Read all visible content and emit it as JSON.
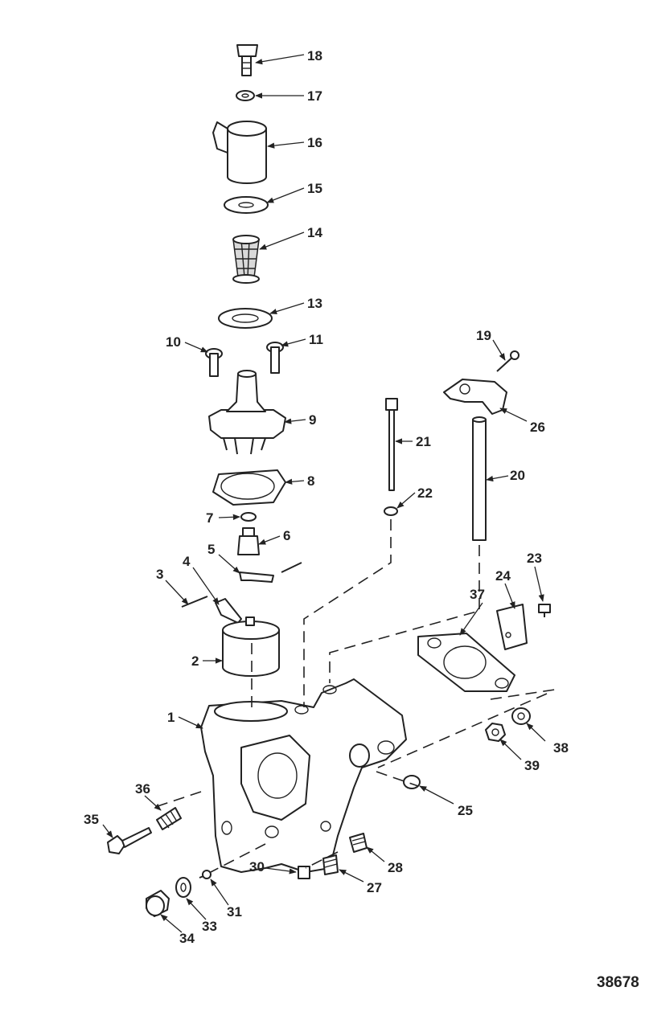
{
  "figure_number": "38678",
  "callouts": [
    "1",
    "2",
    "3",
    "4",
    "5",
    "6",
    "7",
    "8",
    "9",
    "10",
    "11",
    "13",
    "14",
    "15",
    "16",
    "17",
    "18",
    "19",
    "20",
    "21",
    "22",
    "23",
    "24",
    "25",
    "26",
    "27",
    "28",
    "30",
    "31",
    "33",
    "34",
    "35",
    "36",
    "37",
    "38",
    "39"
  ]
}
